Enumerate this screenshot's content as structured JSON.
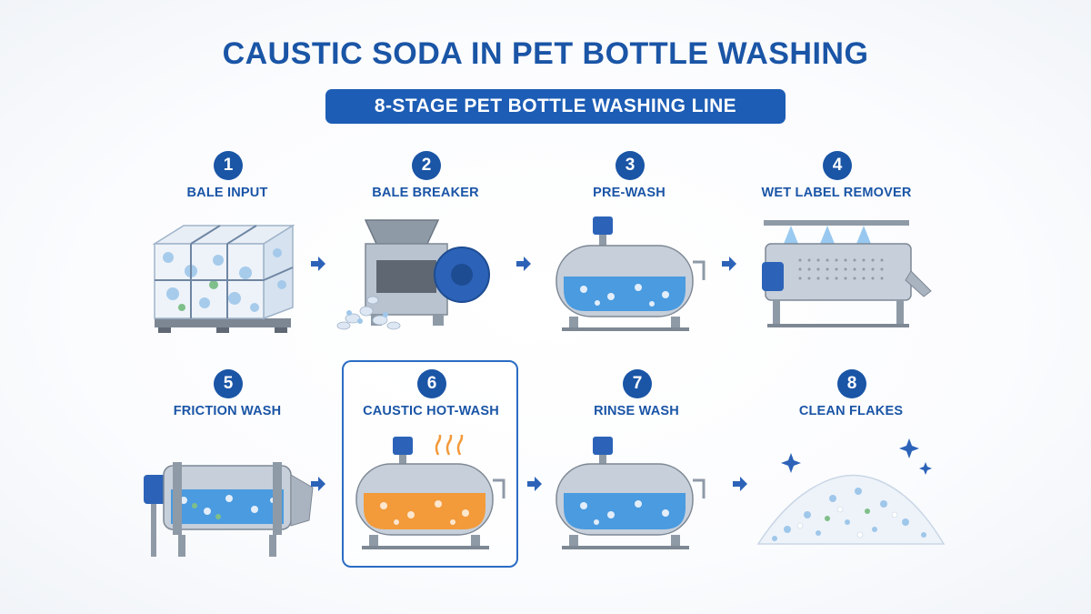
{
  "title": "CAUSTIC SODA IN PET BOTTLE WASHING",
  "subtitle": "8-STAGE PET BOTTLE WASHING LINE",
  "stages": [
    {
      "number": "1",
      "label": "BALE INPUT",
      "icon": "bale-icon"
    },
    {
      "number": "2",
      "label": "BALE BREAKER",
      "icon": "bale-breaker-icon"
    },
    {
      "number": "3",
      "label": "PRE-WASH",
      "icon": "washing-tank-icon"
    },
    {
      "number": "4",
      "label": "WET LABEL REMOVER",
      "icon": "label-remover-icon"
    },
    {
      "number": "5",
      "label": "FRICTION WASH",
      "icon": "friction-washer-icon"
    },
    {
      "number": "6",
      "label": "CAUSTIC HOT-WASH",
      "icon": "hot-wash-tank-icon"
    },
    {
      "number": "7",
      "label": "RINSE WASH",
      "icon": "rinse-tank-icon"
    },
    {
      "number": "8",
      "label": "CLEAN FLAKES",
      "icon": "flake-pile-icon"
    }
  ],
  "highlighted_stage": "6",
  "colors": {
    "brand_blue": "#1a55a6",
    "banner_blue": "#1d5db5",
    "water_blue": "#4a9be0",
    "caustic_orange": "#f39a3a",
    "steel": "#b9c3cf"
  }
}
